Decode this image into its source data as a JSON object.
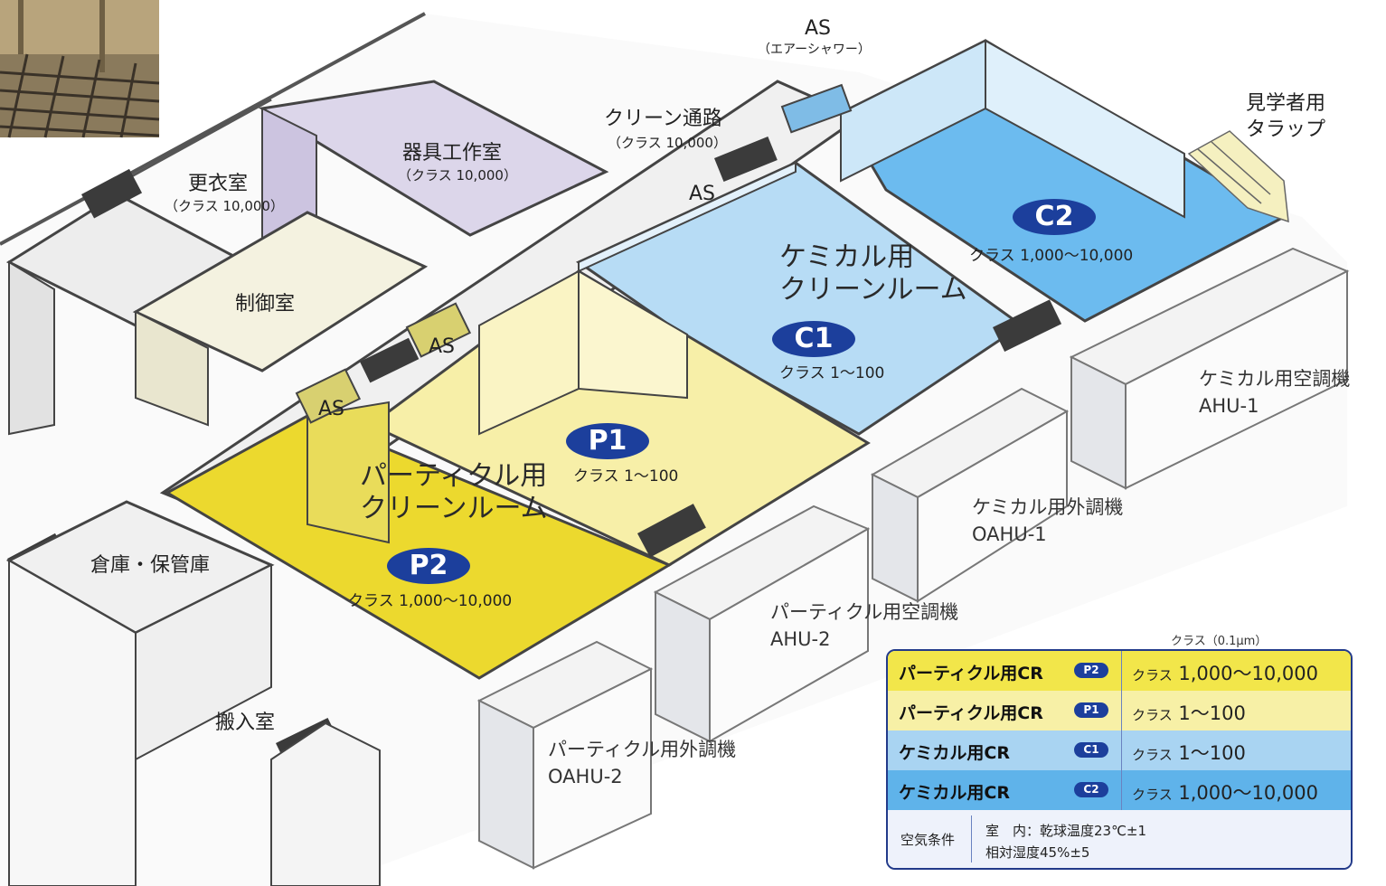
{
  "rooms": {
    "locker": {
      "name": "更衣室",
      "class": "（クラス 10,000）"
    },
    "workshop": {
      "name": "器具工作室",
      "class": "（クラス 10,000）"
    },
    "corridor": {
      "name": "クリーン通路",
      "class": "（クラス 10,000）"
    },
    "control": {
      "name": "制御室"
    },
    "storage": {
      "name": "倉庫・保管庫"
    },
    "loading": {
      "name": "搬入室"
    },
    "visitor": {
      "name": "見学者用\nタラップ",
      "line1": "見学者用",
      "line2": "タラップ"
    }
  },
  "air_shower": {
    "top_label": "AS",
    "top_sub": "（エアーシャワー）",
    "label": "AS"
  },
  "cleanrooms": {
    "chemical_title_1": "ケミカル用",
    "chemical_title_2": "クリーンルーム",
    "particle_title_1": "パーティクル用",
    "particle_title_2": "クリーンルーム",
    "c1": {
      "badge": "C1",
      "class": "クラス 1～100"
    },
    "c2": {
      "badge": "C2",
      "class": "クラス 1,000～10,000"
    },
    "p1": {
      "badge": "P1",
      "class": "クラス 1～100"
    },
    "p2": {
      "badge": "P2",
      "class": "クラス 1,000～10,000"
    }
  },
  "units": {
    "ahu1": {
      "name": "ケミカル用空調機",
      "code": "AHU-1"
    },
    "oahu1": {
      "name": "ケミカル用外調機",
      "code": "OAHU-1"
    },
    "ahu2": {
      "name": "パーティクル用空調機",
      "code": "AHU-2"
    },
    "oahu2": {
      "name": "パーティクル用外調機",
      "code": "OAHU-2"
    }
  },
  "legend": {
    "caption": "クラス（0.1μm）",
    "rows": [
      {
        "name": "パーティクル用CR",
        "badge": "P2",
        "prefix": "クラス",
        "value": "1,000～10,000",
        "color": "#f2e64a"
      },
      {
        "name": "パーティクル用CR",
        "badge": "P1",
        "prefix": "クラス",
        "value": "1～100",
        "color": "#f7f0a6"
      },
      {
        "name": "ケミカル用CR",
        "badge": "C1",
        "prefix": "クラス",
        "value": "1～100",
        "color": "#a9d4f2"
      },
      {
        "name": "ケミカル用CR",
        "badge": "C2",
        "prefix": "クラス",
        "value": "1,000～10,000",
        "color": "#5fb3ea"
      }
    ],
    "conditions_label": "空気条件",
    "conditions_line1": "室　内：乾球温度23℃±1",
    "conditions_line2": "相対湿度45%±5"
  },
  "colors": {
    "p2": "#ecd92e",
    "p1": "#f7efa8",
    "c1": "#b7dcf5",
    "c2": "#6cbbef",
    "wall": "#f4f4f4",
    "dark": "#3b3b3b"
  }
}
